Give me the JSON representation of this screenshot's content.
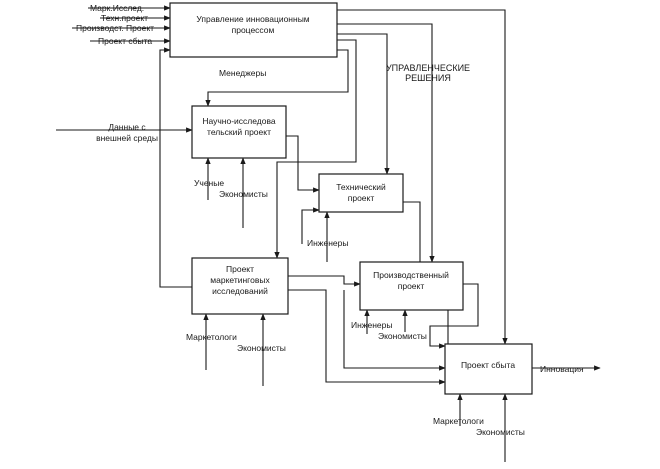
{
  "boxes": {
    "management": [
      "Управление инновационным",
      "процессом"
    ],
    "research": [
      "Научно-исследова",
      "тельский проект"
    ],
    "technical": [
      "Технический",
      "проект"
    ],
    "marketing": [
      "Проект",
      "маркетинговых",
      "исследований"
    ],
    "production": [
      "Производственный",
      "проект"
    ],
    "sales": [
      "Проект сбыта"
    ]
  },
  "inputs": {
    "market_research": "Марк.Исслед.",
    "tech_project": "Техн.проект",
    "production_project": "Производст. Проект",
    "sales_project": "Проект сбыта",
    "external_data": [
      "Данные с",
      "внешней среды"
    ]
  },
  "labels": {
    "managers": "Менеджеры",
    "management_decisions": [
      "УПРАВЛЕНЧЕСКИЕ",
      "РЕШЕНИЯ"
    ],
    "scientists": "Ученые",
    "economists_research": "Экономисты",
    "engineers_technical": "Инженеры",
    "marketers_marketing": "Маркетологи",
    "economists_marketing": "Экономисты",
    "engineers_production": "Инженеры",
    "economists_production": "Экономисты",
    "marketers_sales": "Маркетологи",
    "economists_sales": "Экономисты"
  },
  "output": "Инновация"
}
